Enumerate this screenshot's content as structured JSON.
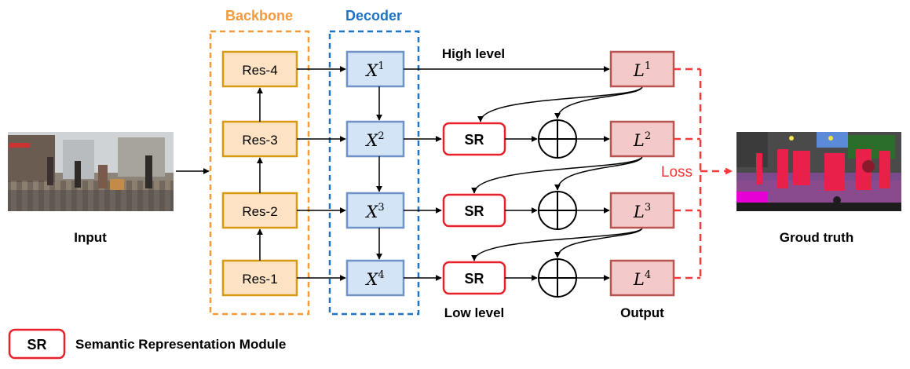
{
  "colors": {
    "backbone": "#f59a3b",
    "decoder": "#1f73c4",
    "res_fill": "#fde3c4",
    "res_stroke": "#d79b12",
    "x_fill": "#d4e4f7",
    "x_stroke": "#6f93c6",
    "l_fill": "#f4c9c9",
    "l_stroke": "#b85450",
    "sr_stroke": "#e8202a",
    "loss": "#f23a3a"
  },
  "groups": {
    "backbone": "Backbone",
    "decoder": "Decoder"
  },
  "input_label": "Input",
  "gt_label": "Groud truth",
  "res": [
    "Res-4",
    "Res-3",
    "Res-2",
    "Res-1"
  ],
  "x": [
    {
      "base": "X",
      "sup": "1"
    },
    {
      "base": "X",
      "sup": "2"
    },
    {
      "base": "X",
      "sup": "3"
    },
    {
      "base": "X",
      "sup": "4"
    }
  ],
  "l": [
    {
      "base": "L",
      "sup": "1"
    },
    {
      "base": "L",
      "sup": "2"
    },
    {
      "base": "L",
      "sup": "3"
    },
    {
      "base": "L",
      "sup": "4"
    }
  ],
  "sr": [
    "SR",
    "SR",
    "SR"
  ],
  "high_level": "High level",
  "low_level": "Low level",
  "output": "Output",
  "loss": "Loss",
  "legend": {
    "badge": "SR",
    "text": "Semantic Representation Module"
  }
}
